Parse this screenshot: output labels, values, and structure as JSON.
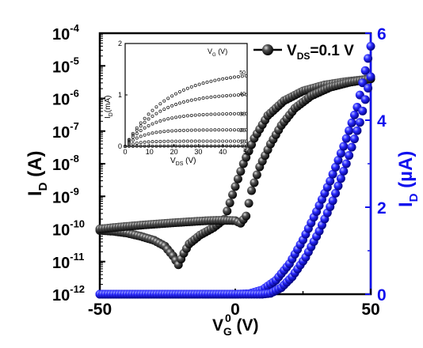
{
  "chart_data": [
    {
      "id": "main",
      "type": "scatter",
      "xlabel": {
        "main": "V",
        "sub": "G",
        "sup": "0",
        "unit": " (V)"
      },
      "ylabel_left": {
        "main": "I",
        "sub": "D",
        "unit": " (A)"
      },
      "ylabel_right": {
        "main": "I",
        "sub": "D",
        "unit": " (µA)"
      },
      "xlim": [
        -50,
        50
      ],
      "ylim_left_log10": [
        -12,
        -4
      ],
      "yscale_left": "log",
      "ylim_right": [
        0,
        6
      ],
      "xticks": [
        -50,
        0,
        50
      ],
      "yticks_left_exponents": [
        -12,
        -11,
        -10,
        -9,
        -8,
        -7,
        -6,
        -5,
        -4
      ],
      "yticks_right": [
        0,
        2,
        4,
        6
      ],
      "colors": {
        "log_series": "#1a1a1a",
        "linear_series": "#1010ee",
        "axis_right": "#1010ee"
      },
      "legend": {
        "label": "V",
        "sub": "DS",
        "suffix": "=0.1 V",
        "placement": "top-right"
      },
      "series": [
        {
          "axis": "left-log",
          "style": "black-spheres",
          "points": [
            {
              "x": -50,
              "y": 9e-11
            },
            {
              "x": -45,
              "y": 8.5e-11
            },
            {
              "x": -40,
              "y": 7.5e-11
            },
            {
              "x": -35,
              "y": 6e-11
            },
            {
              "x": -30,
              "y": 4.5e-11
            },
            {
              "x": -26,
              "y": 3e-11
            },
            {
              "x": -23,
              "y": 1.5e-11
            },
            {
              "x": -21,
              "y": 8e-12
            },
            {
              "x": -19,
              "y": 1.8e-11
            },
            {
              "x": -17,
              "y": 3.5e-11
            },
            {
              "x": -13,
              "y": 6.5e-11
            },
            {
              "x": -8,
              "y": 1.1e-10
            },
            {
              "x": -4,
              "y": 2e-10
            },
            {
              "x": 0,
              "y": 2e-09
            },
            {
              "x": 3,
              "y": 1e-08
            },
            {
              "x": 7,
              "y": 6e-08
            },
            {
              "x": 12,
              "y": 3e-07
            },
            {
              "x": 18,
              "y": 8.5e-07
            },
            {
              "x": 25,
              "y": 1.7e-06
            },
            {
              "x": 33,
              "y": 2.6e-06
            },
            {
              "x": 41,
              "y": 3.3e-06
            },
            {
              "x": 50,
              "y": 4e-06
            }
          ]
        },
        {
          "axis": "left-log",
          "style": "black-spheres",
          "points": [
            {
              "x": -50,
              "y": 1e-10
            },
            {
              "x": -45,
              "y": 1.1e-10
            },
            {
              "x": -40,
              "y": 1.2e-10
            },
            {
              "x": -35,
              "y": 1.3e-10
            },
            {
              "x": -30,
              "y": 1.4e-10
            },
            {
              "x": -25,
              "y": 1.5e-10
            },
            {
              "x": -20,
              "y": 1.6e-10
            },
            {
              "x": -15,
              "y": 1.7e-10
            },
            {
              "x": -10,
              "y": 1.8e-10
            },
            {
              "x": -5,
              "y": 1.85e-10
            },
            {
              "x": 0,
              "y": 1.8e-10
            },
            {
              "x": 2,
              "y": 1.5e-10
            },
            {
              "x": 4,
              "y": 2.5e-10
            },
            {
              "x": 6,
              "y": 1.5e-09
            },
            {
              "x": 9,
              "y": 8e-09
            },
            {
              "x": 13,
              "y": 4e-08
            },
            {
              "x": 17,
              "y": 1.5e-07
            },
            {
              "x": 22,
              "y": 5e-07
            },
            {
              "x": 28,
              "y": 1.2e-06
            },
            {
              "x": 35,
              "y": 2.2e-06
            },
            {
              "x": 42,
              "y": 3.1e-06
            },
            {
              "x": 50,
              "y": 4e-06
            }
          ]
        },
        {
          "axis": "right-linear",
          "style": "blue-spheres",
          "points": [
            {
              "x": -50,
              "y": 0
            },
            {
              "x": -30,
              "y": 0
            },
            {
              "x": -10,
              "y": 0
            },
            {
              "x": 0,
              "y": 0
            },
            {
              "x": 5,
              "y": 0.01
            },
            {
              "x": 10,
              "y": 0.1
            },
            {
              "x": 15,
              "y": 0.32
            },
            {
              "x": 20,
              "y": 0.7
            },
            {
              "x": 25,
              "y": 1.25
            },
            {
              "x": 30,
              "y": 1.9
            },
            {
              "x": 35,
              "y": 2.6
            },
            {
              "x": 40,
              "y": 3.4
            },
            {
              "x": 45,
              "y": 4.3
            },
            {
              "x": 50,
              "y": 5.7
            }
          ]
        },
        {
          "axis": "right-linear",
          "style": "blue-spheres",
          "points": [
            {
              "x": -50,
              "y": 0
            },
            {
              "x": -30,
              "y": 0
            },
            {
              "x": -10,
              "y": 0
            },
            {
              "x": 5,
              "y": 0
            },
            {
              "x": 10,
              "y": 0
            },
            {
              "x": 13,
              "y": 0.02
            },
            {
              "x": 17,
              "y": 0.15
            },
            {
              "x": 21,
              "y": 0.4
            },
            {
              "x": 26,
              "y": 0.85
            },
            {
              "x": 31,
              "y": 1.45
            },
            {
              "x": 36,
              "y": 2.15
            },
            {
              "x": 41,
              "y": 3.0
            },
            {
              "x": 46,
              "y": 3.95
            },
            {
              "x": 50,
              "y": 5.0
            }
          ]
        }
      ]
    },
    {
      "id": "inset",
      "type": "scatter",
      "xlabel": {
        "main": "V",
        "sub": "DS",
        "unit": " (V)"
      },
      "ylabel": {
        "main": "I",
        "sub": "D",
        "unit": "(mA)"
      },
      "legend_title": {
        "main": "V",
        "sub": "G",
        "unit": " (V)"
      },
      "xlim": [
        0,
        50
      ],
      "ylim": [
        0,
        2
      ],
      "xticks": [
        0,
        10,
        20,
        30,
        40,
        50
      ],
      "yticks": [
        0,
        1,
        2
      ],
      "series": [
        {
          "name": "50",
          "saturation": 1.45
        },
        {
          "name": "40",
          "saturation": 1.03
        },
        {
          "name": "30",
          "saturation": 0.64
        },
        {
          "name": "20",
          "saturation": 0.32
        },
        {
          "name": "10",
          "saturation": 0.1
        },
        {
          "name": "0",
          "saturation": 0.005
        }
      ]
    }
  ]
}
